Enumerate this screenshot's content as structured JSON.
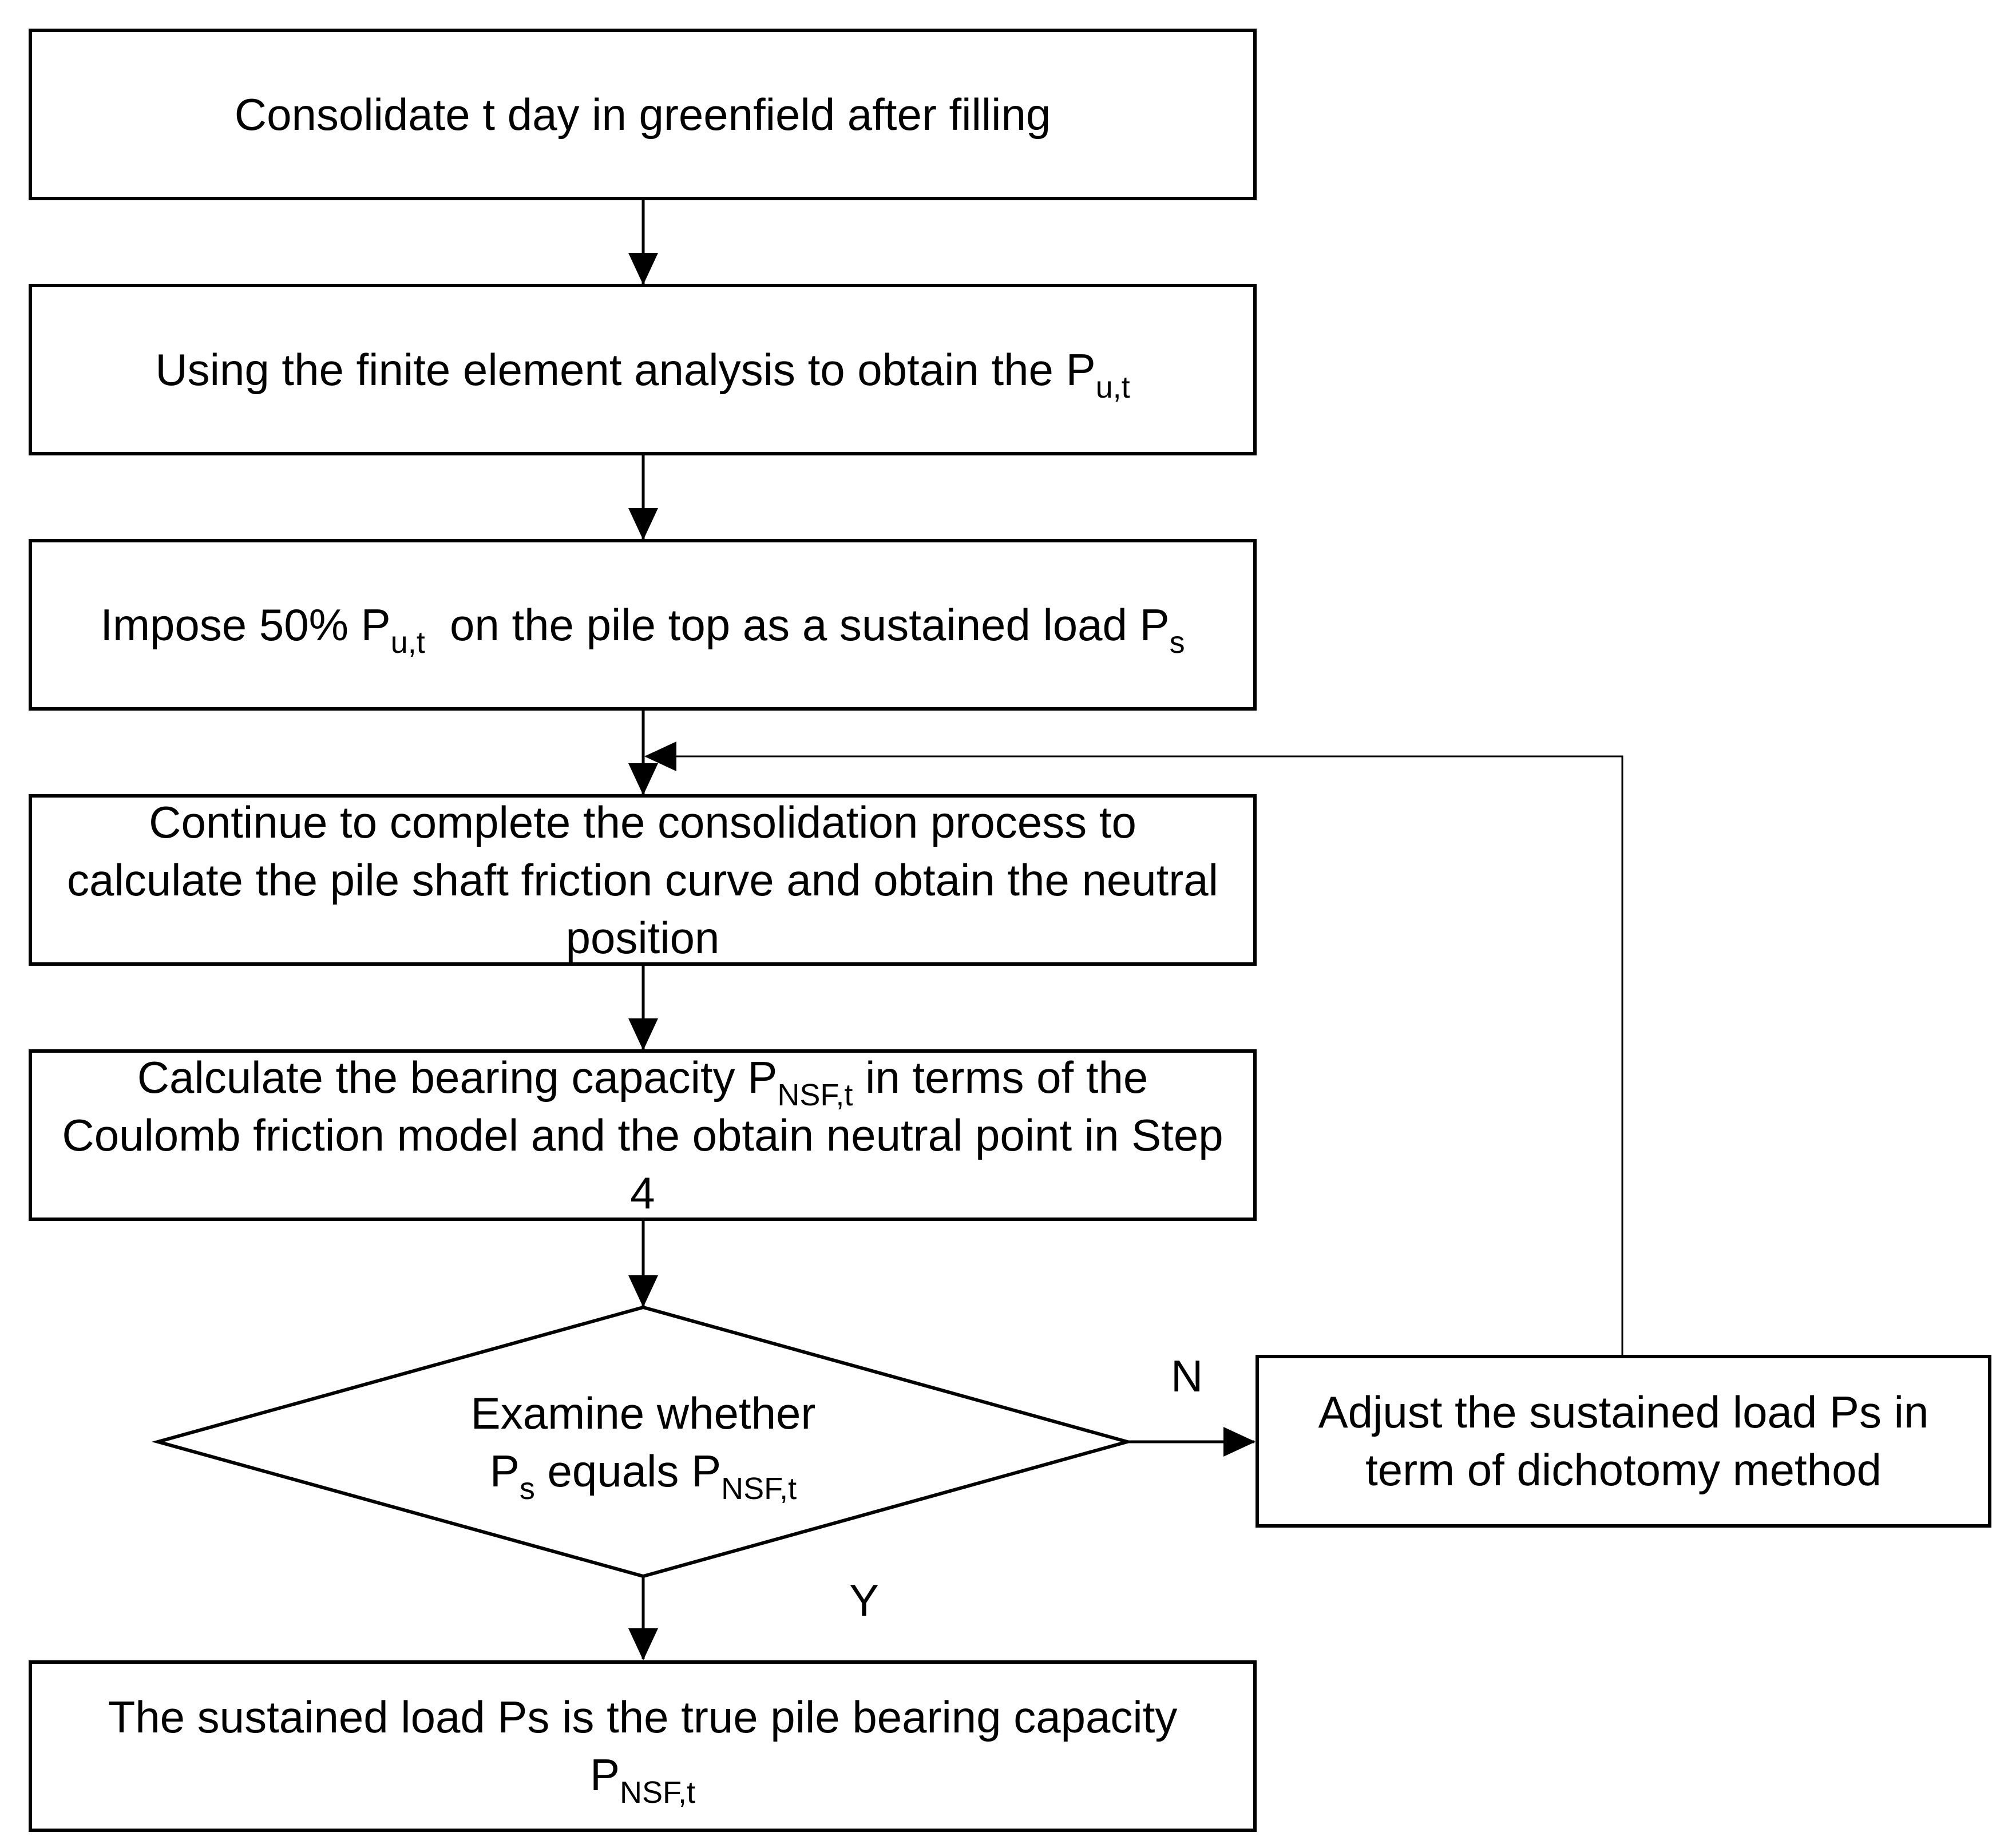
{
  "steps": {
    "step1": {
      "text": "Consolidate t day in greenfield after filling"
    },
    "step2": {
      "text": "Using the finite element analysis to obtain the ",
      "var": "P",
      "sub": "u,t"
    },
    "step3": {
      "prefix": "Impose 50% ",
      "var1": "P",
      "sub1": "u,t",
      "middle": "  on the pile top as a sustained load ",
      "var2": "P",
      "sub2": "s"
    },
    "step4": {
      "text": "Continue to complete the consolidation process to calculate the pile shaft friction curve and obtain the neutral position"
    },
    "step5": {
      "prefix": "Calculate the bearing capacity ",
      "var": "P",
      "sub": "NSF,t",
      "suffix": " in terms of the Coulomb  friction model and the obtain neutral point in Step 4"
    }
  },
  "decision": {
    "line1": "Examine whether",
    "var1": "P",
    "sub1": "s",
    "middle": " equals ",
    "var2": "P",
    "sub2": "NSF,t"
  },
  "adjust": {
    "text": "Adjust the sustained load Ps in term of dichotomy method"
  },
  "result": {
    "text": "The sustained load Ps is the true pile bearing capacity",
    "var": "P",
    "sub": "NSF,t"
  },
  "branch_labels": {
    "no": "N",
    "yes": "Y"
  },
  "colors": {
    "line": "#000000",
    "background": "#ffffff"
  }
}
